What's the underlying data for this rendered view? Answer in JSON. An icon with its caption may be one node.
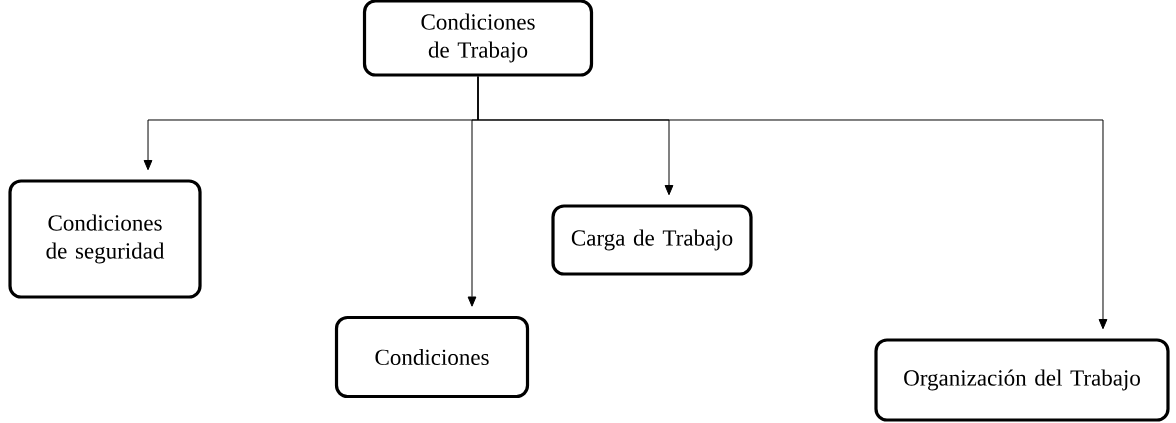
{
  "diagram": {
    "nodes": [
      {
        "text": [
          "Condiciones de Trabajo"
        ]
      },
      {
        "text": [
          "Condiciones de seguridad"
        ]
      },
      {
        "text": [
          "Condiciones"
        ]
      },
      {
        "text": [
          "Carga de Trabajo"
        ]
      },
      {
        "text": [
          "Organización del Trabajo"
        ]
      }
    ],
    "edges": [
      {
        "from": 0,
        "to": 1,
        "arrow": "to"
      },
      {
        "from": 0,
        "to": 2,
        "arrow": "to"
      },
      {
        "from": 0,
        "to": 3,
        "arrow": "to"
      },
      {
        "from": 0,
        "to": 4,
        "arrow": "to"
      }
    ]
  }
}
